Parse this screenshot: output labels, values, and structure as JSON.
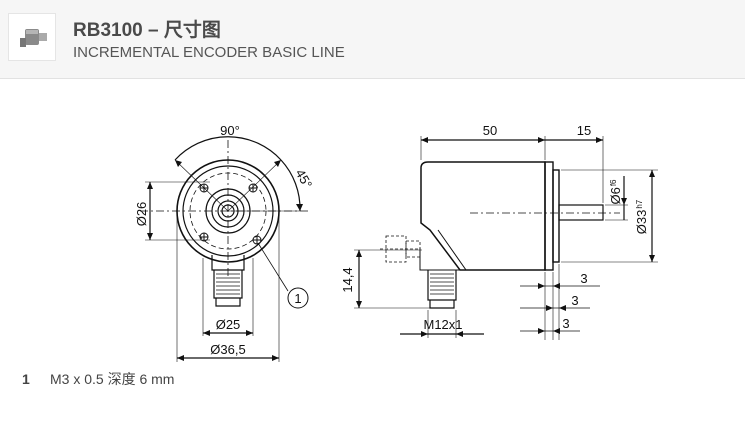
{
  "header": {
    "title": "RB3100 – 尺寸图",
    "subtitle": "INCREMENTAL ENCODER BASIC LINE",
    "thumbnail_icon": "encoder-thumbnail-icon"
  },
  "drawing": {
    "front": {
      "angle_top": "90°",
      "angle_side": "45°",
      "dia_26": "Ø26",
      "dia_25": "Ø25",
      "dia_365": "Ø36,5",
      "callout": "1"
    },
    "side": {
      "len_50": "50",
      "len_15": "15",
      "dia_6": "Ø6",
      "dia_6_tol": "f6",
      "dia_33": "Ø33",
      "dia_33_tol": "h7",
      "height_144": "14,4",
      "thread": "M12x1",
      "dim_3a": "3",
      "dim_3b": "3",
      "dim_3c": "3"
    }
  },
  "notes": [
    {
      "num": "1",
      "text": "M3 x 0.5 深度 6 mm"
    }
  ]
}
